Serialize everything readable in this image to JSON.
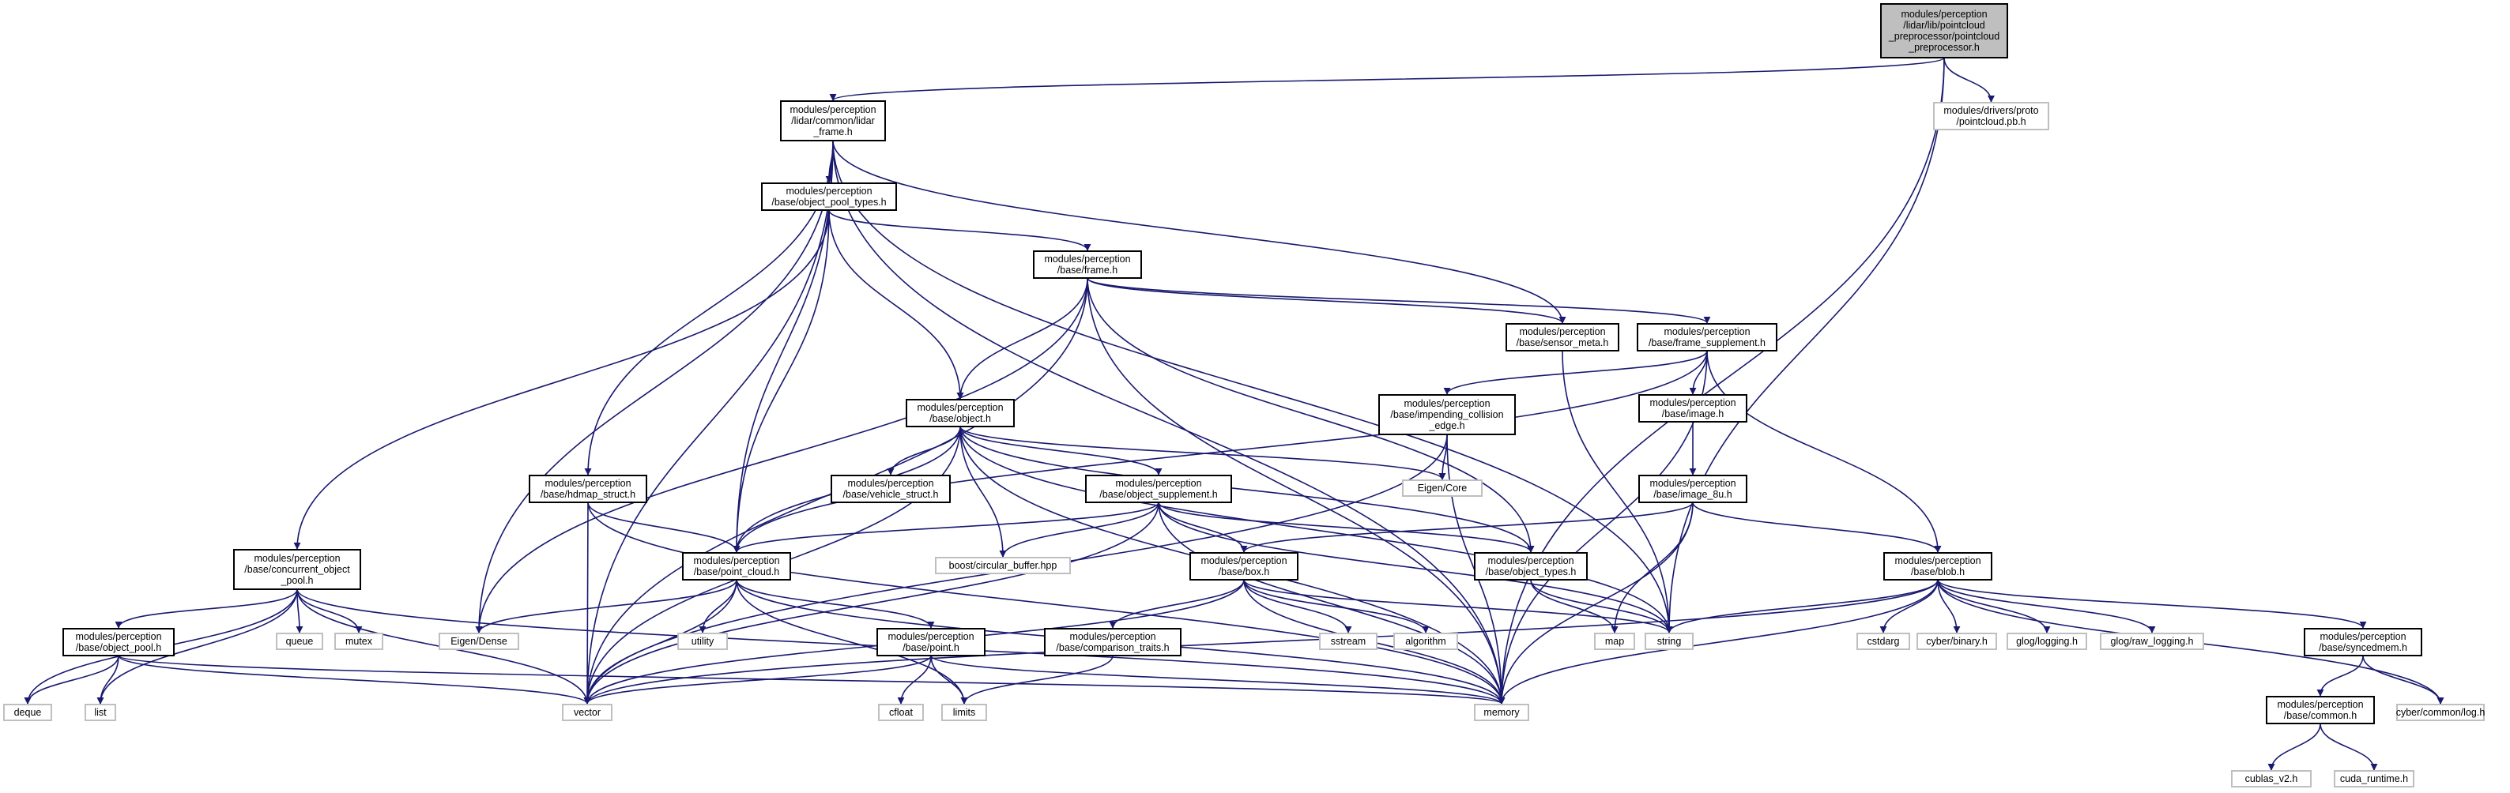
{
  "graph": {
    "colors": {
      "edge": "#191970",
      "root_fill": "#bfbfbf",
      "local_border": "#000000",
      "system_border": "#bfbfbf",
      "text": "#000000"
    },
    "nodes": [
      {
        "id": "root",
        "lines": [
          "modules/perception",
          "/lidar/lib/pointcloud",
          "_preprocessor/pointcloud",
          "_preprocessor.h"
        ],
        "kind": "root"
      },
      {
        "id": "lidar_frame",
        "lines": [
          "modules/perception",
          "/lidar/common/lidar",
          "_frame.h"
        ],
        "kind": "local"
      },
      {
        "id": "pointcloud_pb",
        "lines": [
          "modules/drivers/proto",
          "/pointcloud.pb.h"
        ],
        "kind": "system"
      },
      {
        "id": "object_pool_types",
        "lines": [
          "modules/perception",
          "/base/object_pool_types.h"
        ],
        "kind": "local"
      },
      {
        "id": "frame",
        "lines": [
          "modules/perception",
          "/base/frame.h"
        ],
        "kind": "local"
      },
      {
        "id": "sensor_meta",
        "lines": [
          "modules/perception",
          "/base/sensor_meta.h"
        ],
        "kind": "local"
      },
      {
        "id": "frame_supplement",
        "lines": [
          "modules/perception",
          "/base/frame_supplement.h"
        ],
        "kind": "local"
      },
      {
        "id": "object",
        "lines": [
          "modules/perception",
          "/base/object.h"
        ],
        "kind": "local"
      },
      {
        "id": "impending",
        "lines": [
          "modules/perception",
          "/base/impending_collision",
          "_edge.h"
        ],
        "kind": "local"
      },
      {
        "id": "image",
        "lines": [
          "modules/perception",
          "/base/image.h"
        ],
        "kind": "local"
      },
      {
        "id": "vehicle_struct",
        "lines": [
          "modules/perception",
          "/base/vehicle_struct.h"
        ],
        "kind": "local"
      },
      {
        "id": "eigen_core",
        "lines": [
          "Eigen/Core"
        ],
        "kind": "system"
      },
      {
        "id": "hdmap_struct",
        "lines": [
          "modules/perception",
          "/base/hdmap_struct.h"
        ],
        "kind": "local"
      },
      {
        "id": "object_supplement",
        "lines": [
          "modules/perception",
          "/base/object_supplement.h"
        ],
        "kind": "local"
      },
      {
        "id": "image_8u",
        "lines": [
          "modules/perception",
          "/base/image_8u.h"
        ],
        "kind": "local"
      },
      {
        "id": "concurrent_pool",
        "lines": [
          "modules/perception",
          "/base/concurrent_object",
          "_pool.h"
        ],
        "kind": "local"
      },
      {
        "id": "point_cloud",
        "lines": [
          "modules/perception",
          "/base/point_cloud.h"
        ],
        "kind": "local"
      },
      {
        "id": "boost_cb",
        "lines": [
          "boost/circular_buffer.hpp"
        ],
        "kind": "system"
      },
      {
        "id": "box",
        "lines": [
          "modules/perception",
          "/base/box.h"
        ],
        "kind": "local"
      },
      {
        "id": "object_types",
        "lines": [
          "modules/perception",
          "/base/object_types.h"
        ],
        "kind": "local"
      },
      {
        "id": "blob",
        "lines": [
          "modules/perception",
          "/base/blob.h"
        ],
        "kind": "local"
      },
      {
        "id": "object_pool",
        "lines": [
          "modules/perception",
          "/base/object_pool.h"
        ],
        "kind": "local"
      },
      {
        "id": "queue",
        "lines": [
          "queue"
        ],
        "kind": "system"
      },
      {
        "id": "mutex",
        "lines": [
          "mutex"
        ],
        "kind": "system"
      },
      {
        "id": "eigen_dense",
        "lines": [
          "Eigen/Dense"
        ],
        "kind": "system"
      },
      {
        "id": "utility",
        "lines": [
          "utility"
        ],
        "kind": "system"
      },
      {
        "id": "point",
        "lines": [
          "modules/perception",
          "/base/point.h"
        ],
        "kind": "local"
      },
      {
        "id": "comparison",
        "lines": [
          "modules/perception",
          "/base/comparison_traits.h"
        ],
        "kind": "local"
      },
      {
        "id": "sstream",
        "lines": [
          "sstream"
        ],
        "kind": "system"
      },
      {
        "id": "algorithm",
        "lines": [
          "algorithm"
        ],
        "kind": "system"
      },
      {
        "id": "map",
        "lines": [
          "map"
        ],
        "kind": "system"
      },
      {
        "id": "string",
        "lines": [
          "string"
        ],
        "kind": "system"
      },
      {
        "id": "cstdarg",
        "lines": [
          "cstdarg"
        ],
        "kind": "system"
      },
      {
        "id": "cyber_binary",
        "lines": [
          "cyber/binary.h"
        ],
        "kind": "system"
      },
      {
        "id": "glog_logging",
        "lines": [
          "glog/logging.h"
        ],
        "kind": "system"
      },
      {
        "id": "glog_raw",
        "lines": [
          "glog/raw_logging.h"
        ],
        "kind": "system"
      },
      {
        "id": "syncedmem",
        "lines": [
          "modules/perception",
          "/base/syncedmem.h"
        ],
        "kind": "local"
      },
      {
        "id": "deque",
        "lines": [
          "deque"
        ],
        "kind": "system"
      },
      {
        "id": "list",
        "lines": [
          "list"
        ],
        "kind": "system"
      },
      {
        "id": "vector",
        "lines": [
          "vector"
        ],
        "kind": "system"
      },
      {
        "id": "cfloat",
        "lines": [
          "cfloat"
        ],
        "kind": "system"
      },
      {
        "id": "limits",
        "lines": [
          "limits"
        ],
        "kind": "system"
      },
      {
        "id": "memory",
        "lines": [
          "memory"
        ],
        "kind": "system"
      },
      {
        "id": "common",
        "lines": [
          "modules/perception",
          "/base/common.h"
        ],
        "kind": "local"
      },
      {
        "id": "cyber_log",
        "lines": [
          "cyber/common/log.h"
        ],
        "kind": "system"
      },
      {
        "id": "cublas",
        "lines": [
          "cublas_v2.h"
        ],
        "kind": "system"
      },
      {
        "id": "cuda_runtime",
        "lines": [
          "cuda_runtime.h"
        ],
        "kind": "system"
      }
    ],
    "edges": [
      [
        "root",
        "lidar_frame"
      ],
      [
        "root",
        "pointcloud_pb"
      ],
      [
        "root",
        "string"
      ],
      [
        "root",
        "memory"
      ],
      [
        "lidar_frame",
        "object_pool_types"
      ],
      [
        "lidar_frame",
        "sensor_meta"
      ],
      [
        "lidar_frame",
        "hdmap_struct"
      ],
      [
        "lidar_frame",
        "point_cloud"
      ],
      [
        "lidar_frame",
        "eigen_dense"
      ],
      [
        "lidar_frame",
        "vector"
      ],
      [
        "lidar_frame",
        "string"
      ],
      [
        "lidar_frame",
        "memory"
      ],
      [
        "object_pool_types",
        "frame"
      ],
      [
        "object_pool_types",
        "object"
      ],
      [
        "object_pool_types",
        "concurrent_pool"
      ],
      [
        "object_pool_types",
        "point_cloud"
      ],
      [
        "frame",
        "sensor_meta"
      ],
      [
        "frame",
        "frame_supplement"
      ],
      [
        "frame",
        "object"
      ],
      [
        "frame",
        "object_types"
      ],
      [
        "frame",
        "eigen_dense"
      ],
      [
        "frame",
        "vector"
      ],
      [
        "frame",
        "memory"
      ],
      [
        "sensor_meta",
        "string"
      ],
      [
        "frame_supplement",
        "impending"
      ],
      [
        "frame_supplement",
        "image"
      ],
      [
        "frame_supplement",
        "blob"
      ],
      [
        "frame_supplement",
        "point_cloud"
      ],
      [
        "frame_supplement",
        "memory"
      ],
      [
        "object",
        "vehicle_struct"
      ],
      [
        "object",
        "object_supplement"
      ],
      [
        "object",
        "eigen_core"
      ],
      [
        "object",
        "boost_cb"
      ],
      [
        "object",
        "point_cloud"
      ],
      [
        "object",
        "object_types"
      ],
      [
        "object",
        "vector"
      ],
      [
        "object",
        "string"
      ],
      [
        "object",
        "memory"
      ],
      [
        "impending",
        "eigen_core"
      ],
      [
        "impending",
        "vector"
      ],
      [
        "impending",
        "memory"
      ],
      [
        "image",
        "image_8u"
      ],
      [
        "image_8u",
        "box"
      ],
      [
        "image_8u",
        "blob"
      ],
      [
        "image_8u",
        "map"
      ],
      [
        "image_8u",
        "memory"
      ],
      [
        "hdmap_struct",
        "point_cloud"
      ],
      [
        "hdmap_struct",
        "vector"
      ],
      [
        "hdmap_struct",
        "memory"
      ],
      [
        "object_supplement",
        "boost_cb"
      ],
      [
        "object_supplement",
        "point_cloud"
      ],
      [
        "object_supplement",
        "box"
      ],
      [
        "object_supplement",
        "object_types"
      ],
      [
        "object_supplement",
        "vector"
      ],
      [
        "object_supplement",
        "string"
      ],
      [
        "object_supplement",
        "memory"
      ],
      [
        "concurrent_pool",
        "object_pool"
      ],
      [
        "concurrent_pool",
        "queue"
      ],
      [
        "concurrent_pool",
        "mutex"
      ],
      [
        "concurrent_pool",
        "deque"
      ],
      [
        "concurrent_pool",
        "list"
      ],
      [
        "concurrent_pool",
        "vector"
      ],
      [
        "concurrent_pool",
        "memory"
      ],
      [
        "point_cloud",
        "point"
      ],
      [
        "point_cloud",
        "eigen_dense"
      ],
      [
        "point_cloud",
        "utility"
      ],
      [
        "point_cloud",
        "vector"
      ],
      [
        "point_cloud",
        "limits"
      ],
      [
        "point_cloud",
        "memory"
      ],
      [
        "box",
        "comparison"
      ],
      [
        "box",
        "sstream"
      ],
      [
        "box",
        "algorithm"
      ],
      [
        "box",
        "vector"
      ],
      [
        "box",
        "string"
      ],
      [
        "box",
        "memory"
      ],
      [
        "object_types",
        "map"
      ],
      [
        "object_types",
        "string"
      ],
      [
        "blob",
        "syncedmem"
      ],
      [
        "blob",
        "cstdarg"
      ],
      [
        "blob",
        "cyber_binary"
      ],
      [
        "blob",
        "glog_logging"
      ],
      [
        "blob",
        "glog_raw"
      ],
      [
        "blob",
        "cyber_log"
      ],
      [
        "blob",
        "vector"
      ],
      [
        "blob",
        "string"
      ],
      [
        "blob",
        "memory"
      ],
      [
        "object_pool",
        "deque"
      ],
      [
        "object_pool",
        "list"
      ],
      [
        "object_pool",
        "vector"
      ],
      [
        "object_pool",
        "memory"
      ],
      [
        "point",
        "cfloat"
      ],
      [
        "point",
        "limits"
      ],
      [
        "point",
        "vector"
      ],
      [
        "point",
        "memory"
      ],
      [
        "comparison",
        "limits"
      ],
      [
        "syncedmem",
        "common"
      ],
      [
        "syncedmem",
        "cyber_log"
      ],
      [
        "common",
        "cublas"
      ],
      [
        "common",
        "cuda_runtime"
      ]
    ]
  }
}
